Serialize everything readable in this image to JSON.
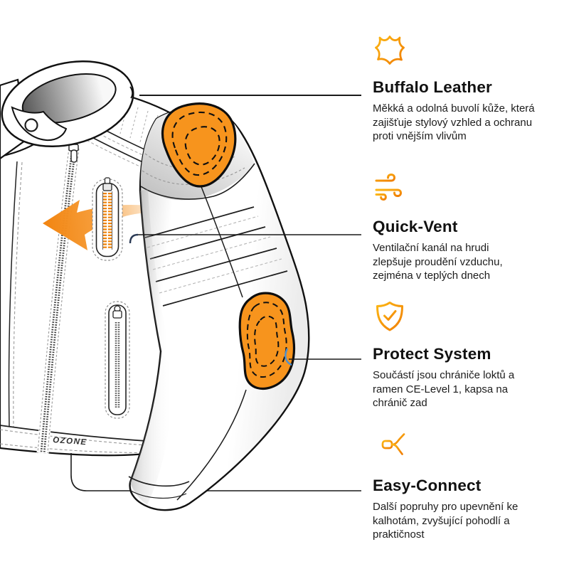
{
  "page": {
    "background": "#ffffff",
    "kind": "product-feature-infographic"
  },
  "brand": {
    "logo_text": "OZONE"
  },
  "colors": {
    "accent_orange": "#F7941D",
    "pad_orange": "#F7941D",
    "icon_gradient_start": "#FCB614",
    "icon_gradient_end": "#F07E04",
    "outline_black": "#111111",
    "connector_line": "#1A1A1A",
    "connector_hook_navy": "#2B3A55",
    "attachment_blue": "#4A90D2",
    "stitch_gray": "#999999",
    "text_heading": "#111111",
    "text_body": "#1C1C1C"
  },
  "illustration": {
    "name": "motorcycle-jacket-technical-drawing",
    "highlighted_parts": [
      "shoulder-protector-pad",
      "chest-vent-zipper",
      "elbow-protector-pad",
      "airflow-arrow",
      "hem-strap-anchor"
    ]
  },
  "features": [
    {
      "id": "buffalo-leather",
      "icon": "leather-hide-icon",
      "title": "Buffalo Leather",
      "description": "Měkká a odolná buvolí kůže, která\nzajišťuje stylový vzhled a ochranu\nproti vnějším vlivům"
    },
    {
      "id": "quick-vent",
      "icon": "wind-icon",
      "title": "Quick-Vent",
      "description": "Ventilační kanál na hrudi\nzlepšuje proudění vzduchu,\nzejména v teplých dnech"
    },
    {
      "id": "protect-system",
      "icon": "shield-check-icon",
      "title": "Protect System",
      "description": "Součástí jsou chrániče loktů a\nramen CE-Level 1, kapsa na\nchránič zad"
    },
    {
      "id": "easy-connect",
      "icon": "strap-connector-icon",
      "title": "Easy-Connect",
      "description": "Další popruhy pro upevnění ke\nkalhotám, zvyšující pohodlí a\npraktičnost"
    }
  ]
}
